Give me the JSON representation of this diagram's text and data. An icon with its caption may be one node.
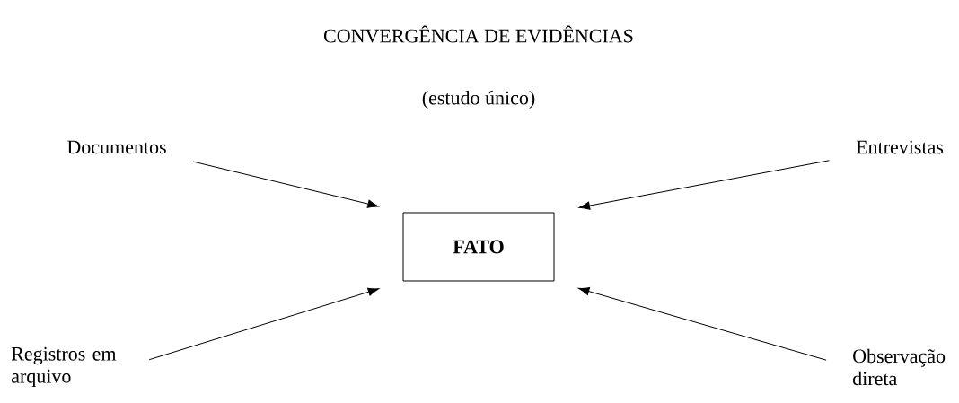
{
  "diagram": {
    "title": "CONVERGÊNCIA DE EVIDÊNCIAS",
    "nodes": [
      {
        "text": [
          "**FATO**"
        ]
      },
      {
        "text": [
          "Documentos"
        ]
      },
      {
        "text": [
          "Entrevistas"
        ]
      },
      {
        "text": [
          "Registros em arquivo"
        ]
      },
      {
        "text": [
          "Observação direta"
        ]
      }
    ],
    "edges": [
      {
        "from": 1,
        "to": 0,
        "arrow": "to"
      },
      {
        "from": 2,
        "to": 0,
        "arrow": "to"
      },
      {
        "from": 3,
        "to": 0,
        "arrow": "to"
      },
      {
        "from": 4,
        "to": 0,
        "arrow": "to"
      }
    ],
    "labels": [
      "(estudo único)"
    ]
  }
}
